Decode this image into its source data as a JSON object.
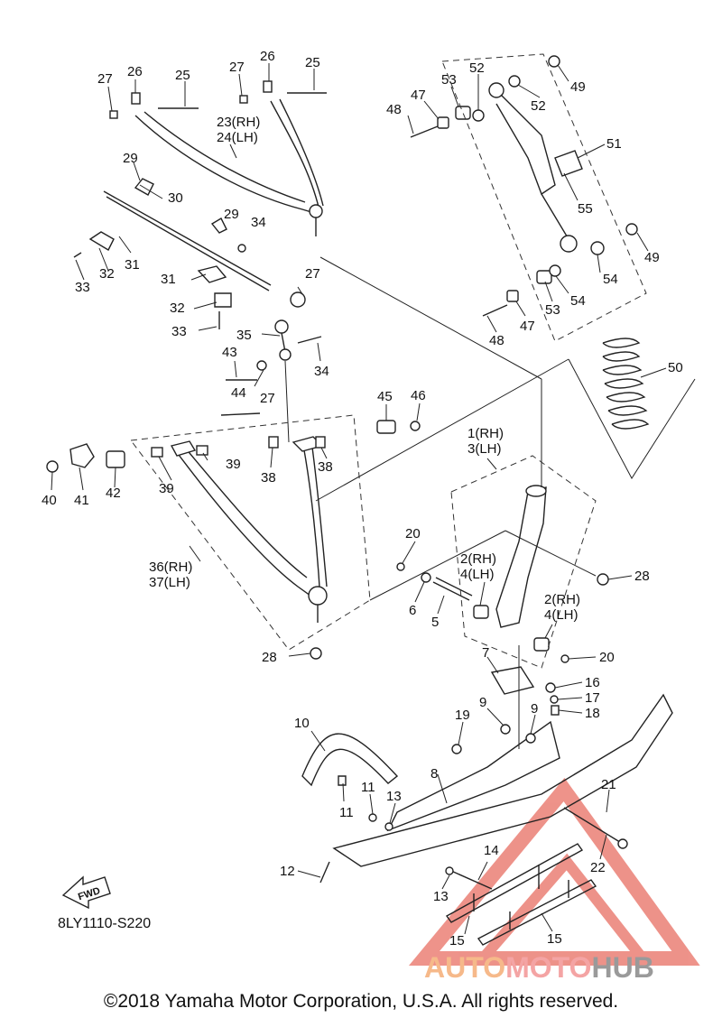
{
  "callouts": [
    "27",
    "26",
    "25",
    "27",
    "26",
    "25",
    "23(RH)",
    "24(LH)",
    "29",
    "30",
    "29",
    "34",
    "33",
    "32",
    "31",
    "31",
    "32",
    "33",
    "27",
    "35",
    "34",
    "43",
    "44",
    "27",
    "45",
    "46",
    "40",
    "41",
    "42",
    "39",
    "39",
    "38",
    "38",
    "36(RH)",
    "37(LH)",
    "28",
    "20",
    "6",
    "5",
    "1(RH)",
    "3(LH)",
    "2(RH)",
    "4(LH)",
    "2(RH)",
    "4(LH)",
    "28",
    "20",
    "48",
    "47",
    "53",
    "52",
    "52",
    "49",
    "51",
    "55",
    "49",
    "54",
    "54",
    "53",
    "47",
    "48",
    "50",
    "7",
    "16",
    "17",
    "18",
    "19",
    "9",
    "9",
    "10",
    "8",
    "11",
    "11",
    "13",
    "21",
    "22",
    "12",
    "14",
    "13",
    "15",
    "15"
  ],
  "reference_code": "8LY1110-S220",
  "fwd_label": "FWD",
  "watermark": {
    "auto": "AUTO",
    "moto": "MOTO",
    "hub": "HUB"
  },
  "copyright": "©2018 Yamaha Motor Corporation, U.S.A. All rights reserved.",
  "colors": {
    "line": "#222222",
    "watermark_red": "#e03a2a",
    "watermark_orange": "#f08a3c",
    "watermark_gray": "#9a9a9a"
  }
}
